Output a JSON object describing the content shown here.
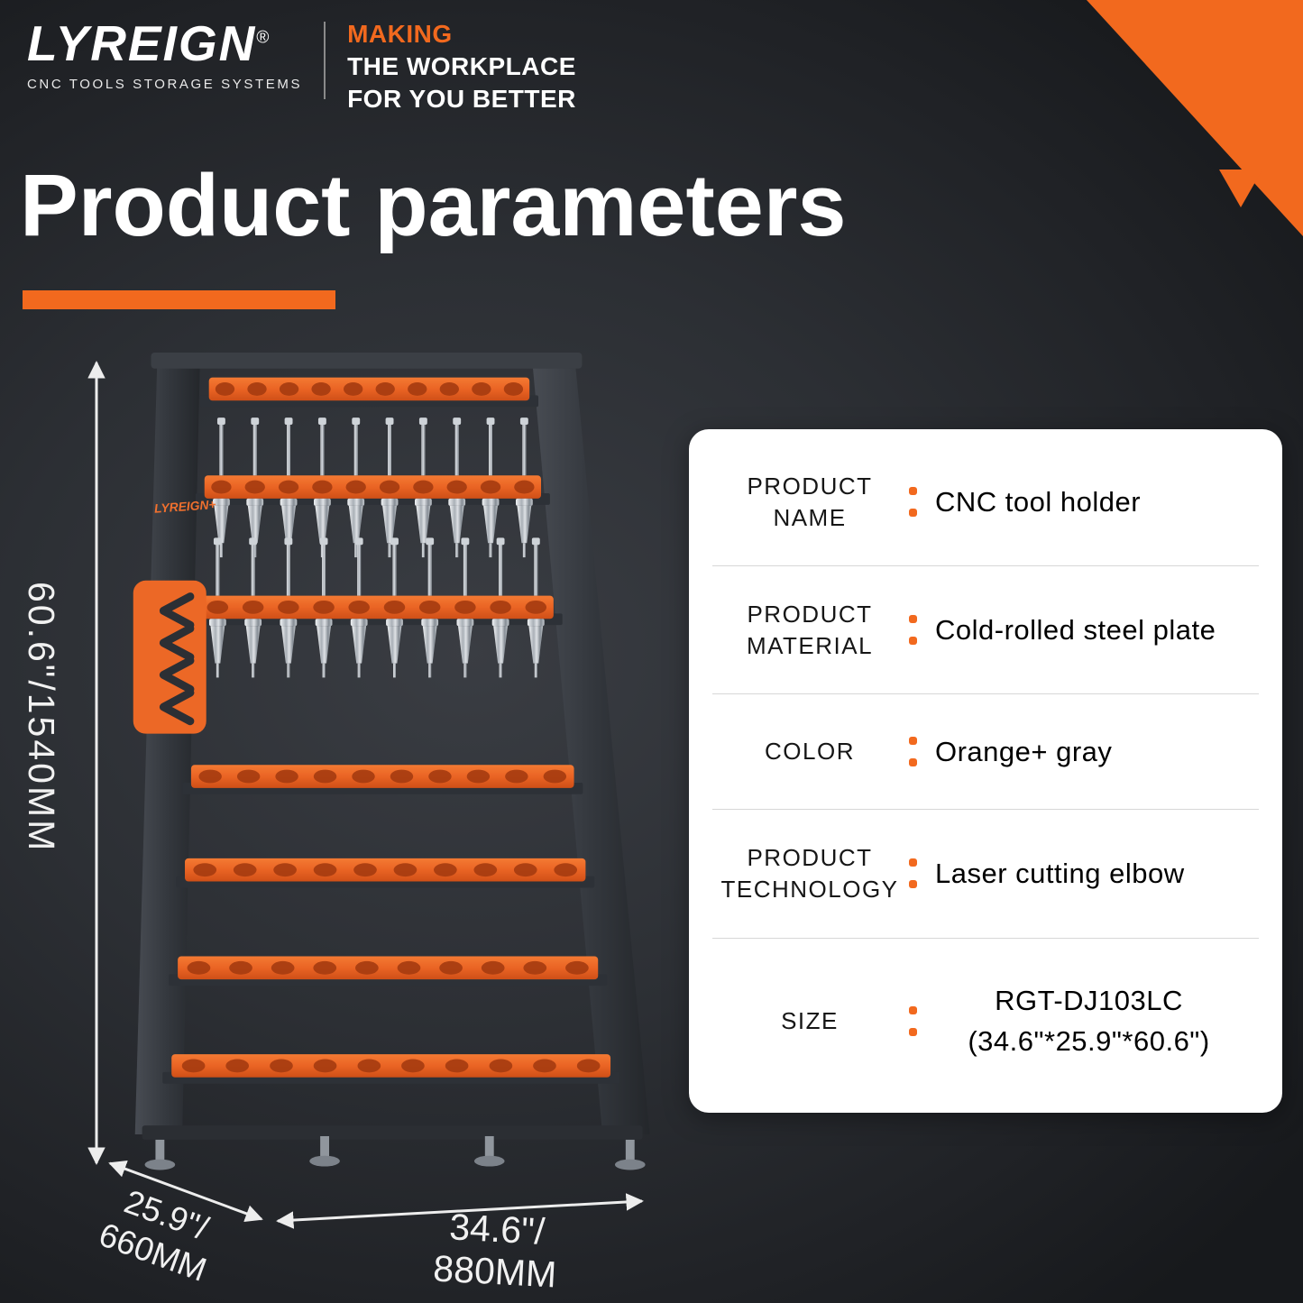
{
  "brand": {
    "logo": "LYREIGN",
    "registered_mark": "®",
    "tagline": "CNC TOOLS STORAGE SYSTEMS",
    "slogan": {
      "line1": "MAKING",
      "line2": "THE WORKPLACE",
      "line3": "FOR YOU BETTER"
    }
  },
  "title": "Product parameters",
  "rack_label": "LYREIGN+",
  "dimensions": {
    "height": "60.6\"/1540MM",
    "depth_line1": "25.9\"/",
    "depth_line2": "660MM",
    "width_line1": "34.6\"/",
    "width_line2": "880MM"
  },
  "specs": [
    {
      "label": "PRODUCT NAME",
      "value": "CNC tool holder"
    },
    {
      "label": "PRODUCT MATERIAL",
      "value": "Cold-rolled steel plate"
    },
    {
      "label": "COLOR",
      "value": "Orange+ gray"
    },
    {
      "label": "PRODUCT TECHNOLOGY",
      "value": "Laser cutting elbow"
    },
    {
      "label": "SIZE",
      "value": "RGT-DJ103LC\n(34.6\"*25.9\"*60.6\")"
    }
  ],
  "colors": {
    "accent": "#F2691E",
    "page_background": "#2c2f34",
    "card_background": "#FFFFFF"
  }
}
